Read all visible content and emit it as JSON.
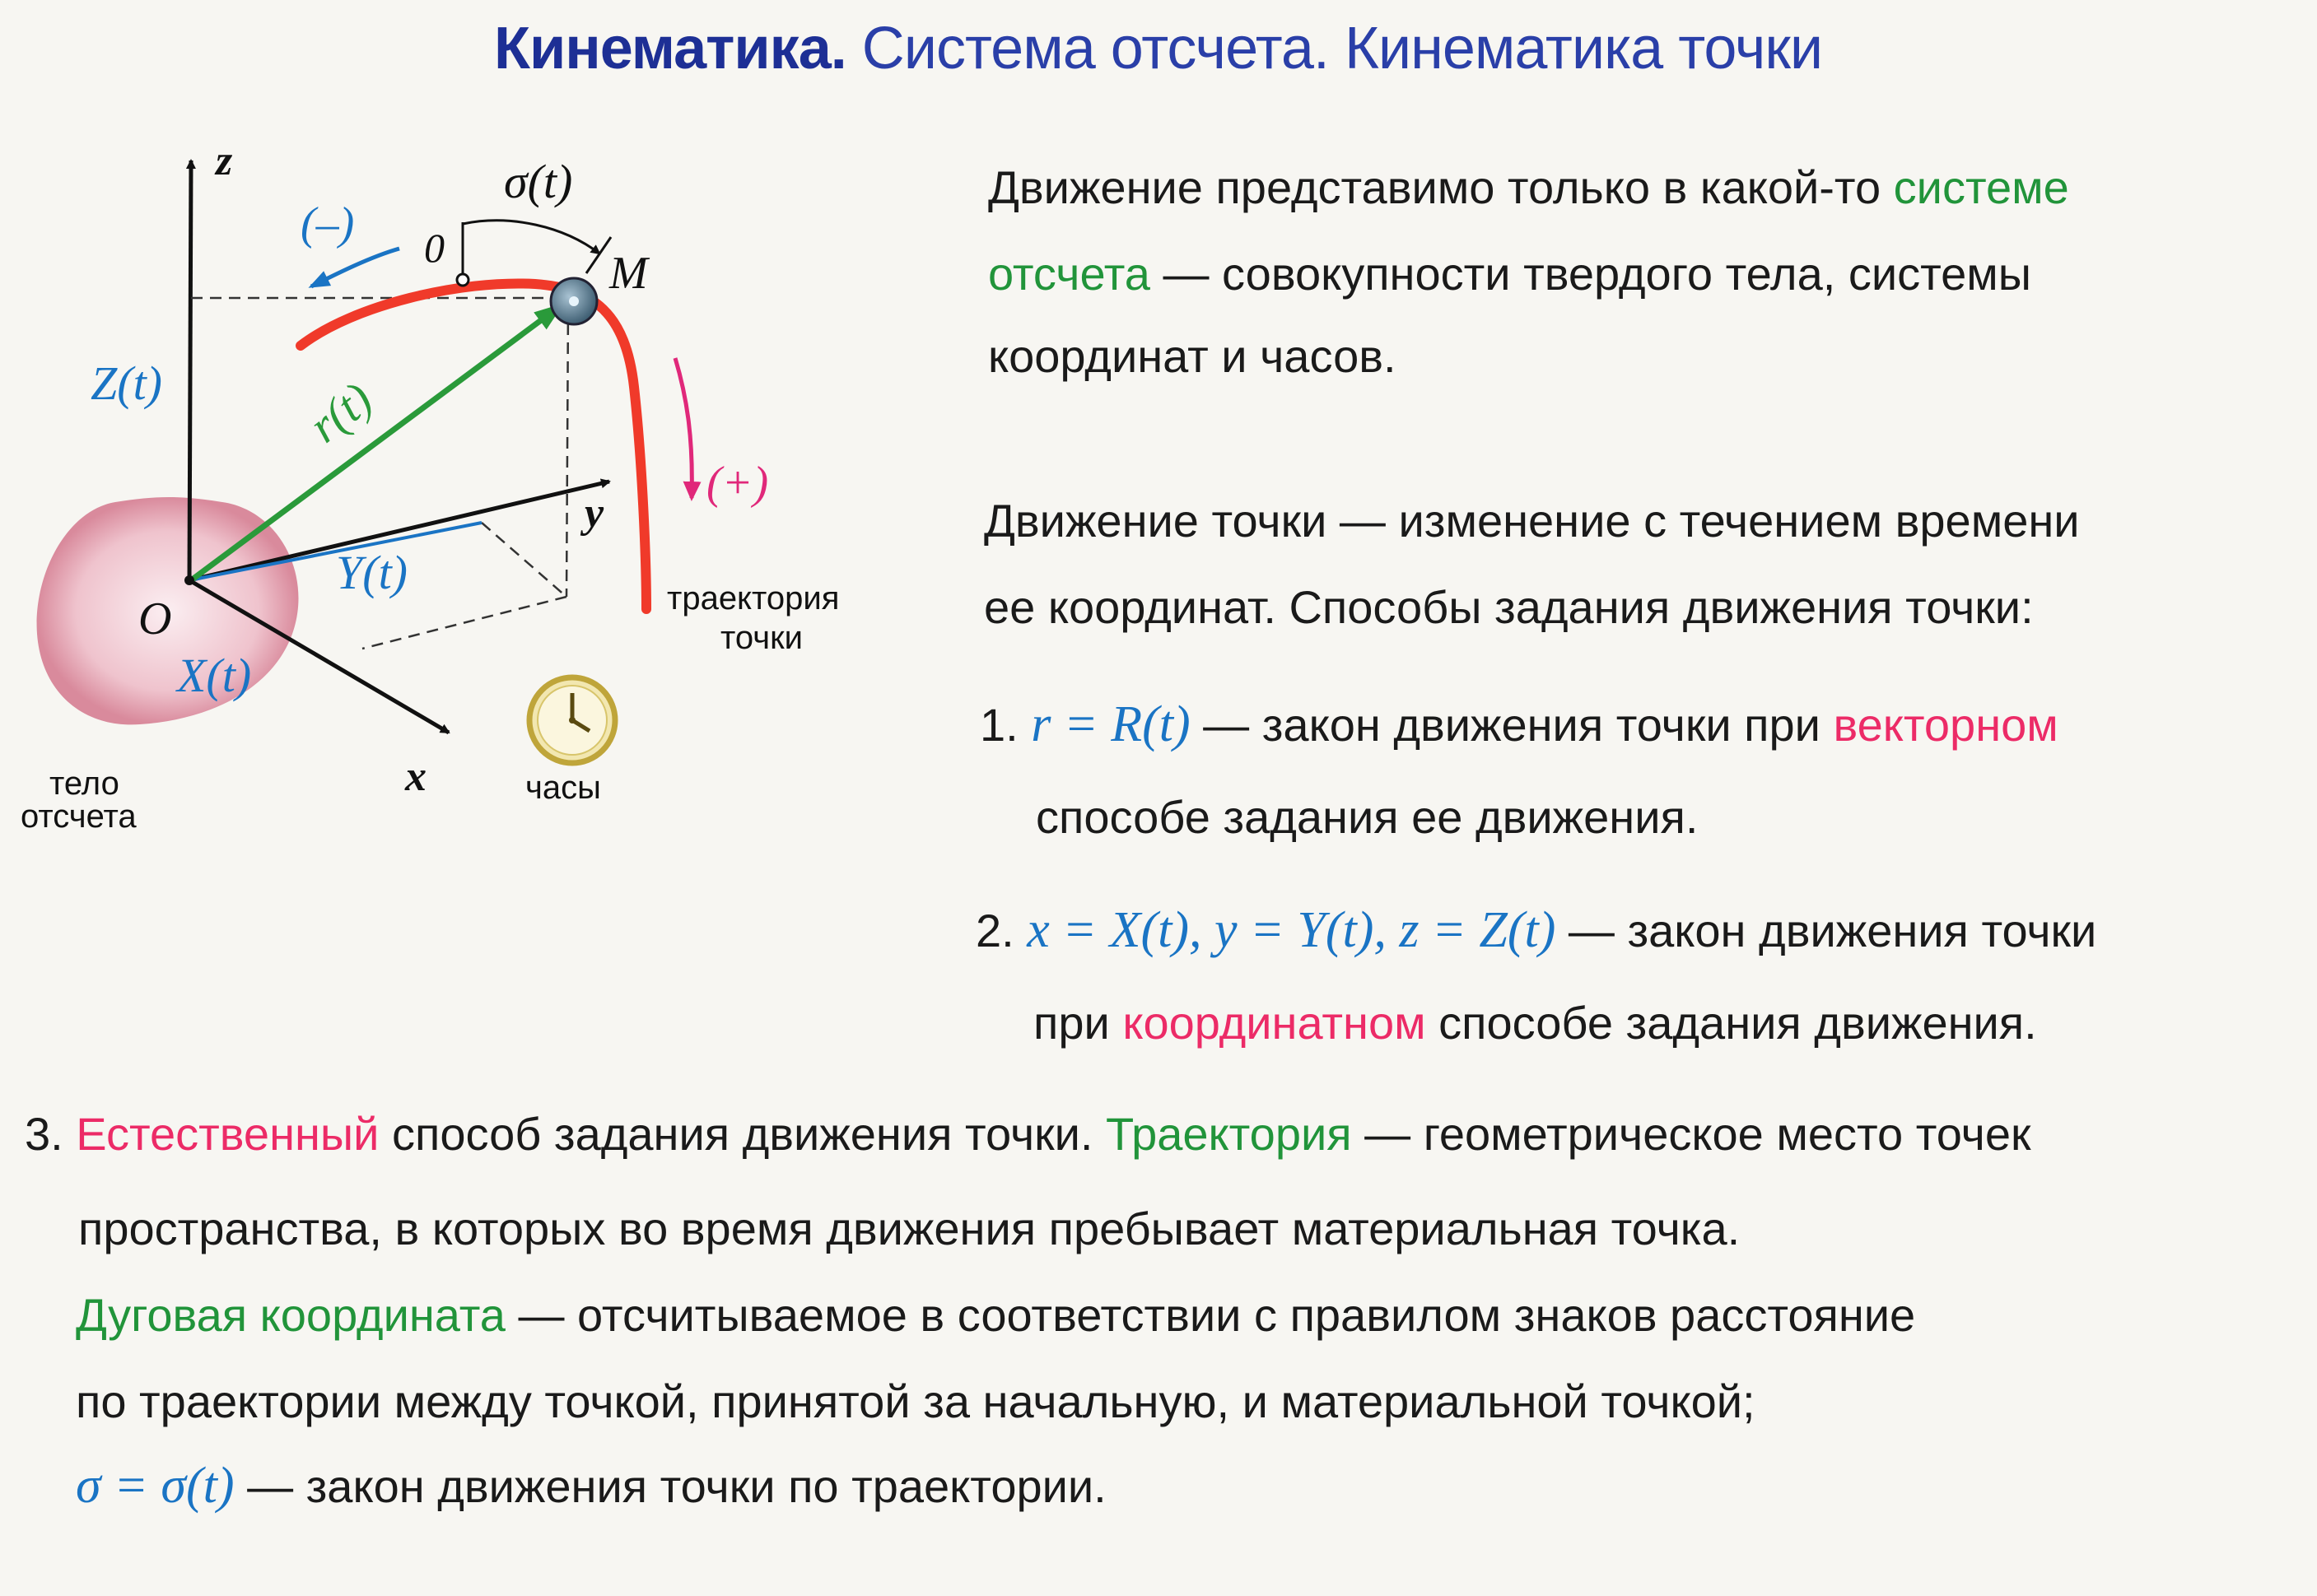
{
  "title": {
    "bold": "Кинематика.",
    "rest": "Система отсчета. Кинематика точки"
  },
  "figure": {
    "axis_z": "z",
    "axis_y": "y",
    "axis_x": "x",
    "origin": "O",
    "point_m": "M",
    "zero": "0",
    "sigma": "σ(t)",
    "minus": "(–)",
    "plus": "(+)",
    "z_t": "Z(t)",
    "y_t": "Y(t)",
    "x_t": "X(t)",
    "r_t": "r(t)",
    "traj_1": "траектория",
    "traj_2": "точки",
    "clock": "часы",
    "body_1": "тело",
    "body_2": "отсчета",
    "colors": {
      "red": "#f03a2a",
      "blue": "#1a74c4",
      "green": "#2a9a3a",
      "pink": "#e0287a",
      "body": "#e7a9b8"
    }
  },
  "p1": {
    "l1_a": "Движение представимо только в какой-то ",
    "l1_b": "системе",
    "l2_a": "отсчета",
    "l2_b": " — совокупности твердого тела, системы",
    "l3": "координат и часов."
  },
  "p2": {
    "l1": "Движение точки — изменение с течением времени",
    "l2": "ее координат. Способы задания движения точки:"
  },
  "item1": {
    "num": "1.",
    "formula": "r = R(t)",
    "text_a": " — закон движения точки при ",
    "text_b": "векторном",
    "l2": "способе задания ее движения."
  },
  "item2": {
    "num": "2.",
    "formula": "x = X(t),  y = Y(t),  z = Z(t)",
    "text_a": " — закон движения точки",
    "l2_a": "при ",
    "l2_b": "координатном",
    "l2_c": " способе задания движения."
  },
  "item3": {
    "num": "3.",
    "l1_a": "Естественный",
    "l1_b": " способ задания движения точки. ",
    "l1_c": "Траектория",
    "l1_d": " — геометрическое место точек",
    "l2": "пространства, в которых во время движения пребывает материальная точка.",
    "l3_a": "Дуговая координата",
    "l3_b": " — отсчитываемое в соответствии с правилом знаков расстояние",
    "l4": "по траектории между точкой, принятой за начальную, и материальной точкой;",
    "l5_formula": "σ = σ(t)",
    "l5_b": " — закон движения точки по траектории."
  }
}
